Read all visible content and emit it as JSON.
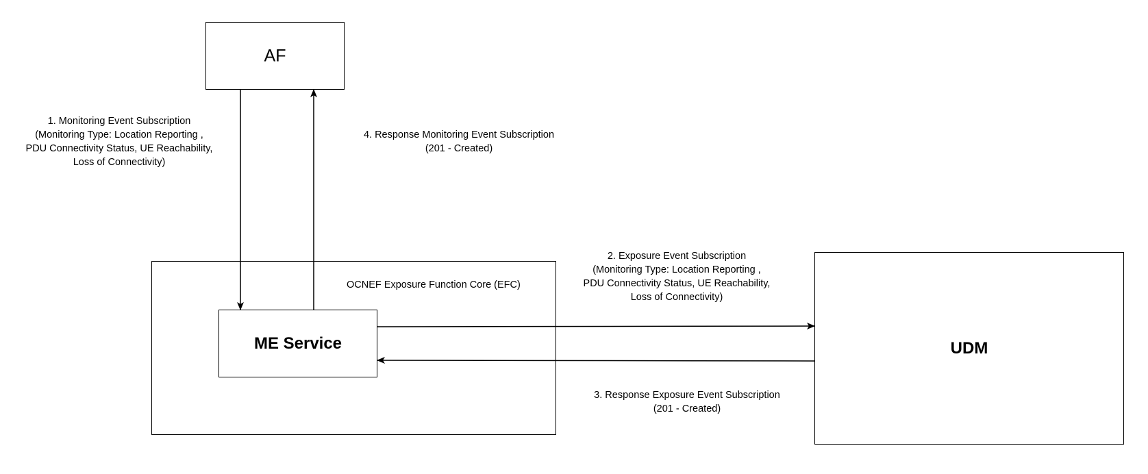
{
  "nodes": {
    "af": "AF",
    "efc": "OCNEF Exposure Function Core (EFC)",
    "me_service": "ME Service",
    "udm": "UDM"
  },
  "messages": {
    "step1": [
      "1. Monitoring Event Subscription",
      "(Monitoring Type: Location Reporting ,",
      "PDU Connectivity Status, UE Reachability,",
      "Loss of Connectivity)"
    ],
    "step2": [
      "2. Exposure Event Subscription",
      "(Monitoring Type: Location Reporting ,",
      "PDU Connectivity Status, UE Reachability,",
      "Loss of Connectivity)"
    ],
    "step3": [
      "3. Response Exposure Event Subscription",
      "(201 - Created)"
    ],
    "step4": [
      "4. Response Monitoring Event Subscription",
      "(201 - Created)"
    ]
  }
}
